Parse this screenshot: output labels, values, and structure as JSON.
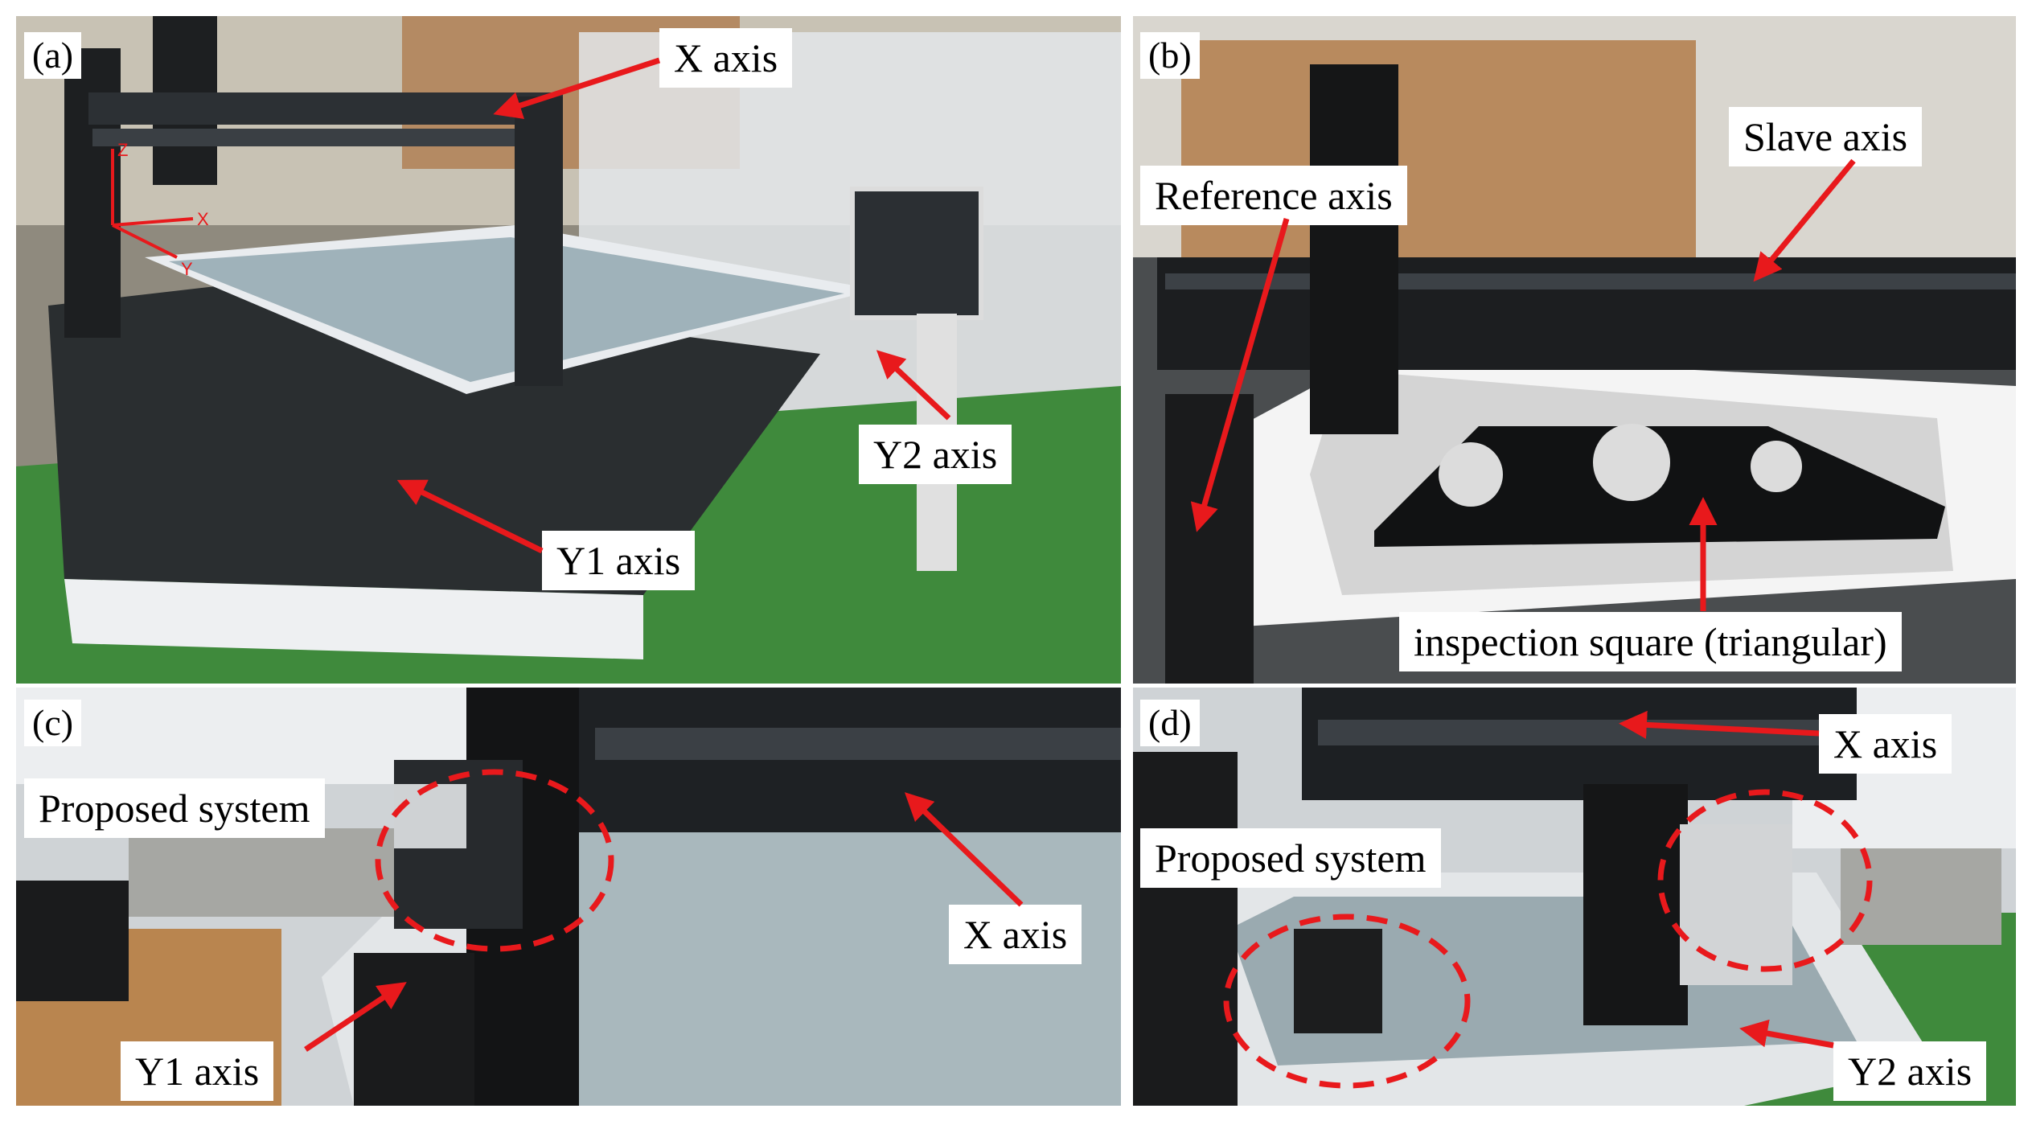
{
  "figure": {
    "panels": [
      {
        "id": "a",
        "letter": "(a)",
        "labels": [
          "X axis",
          "Y2 axis",
          "Y1 axis"
        ]
      },
      {
        "id": "b",
        "letter": "(b)",
        "labels": [
          "Reference axis",
          "Slave axis",
          "inspection square (triangular)"
        ]
      },
      {
        "id": "c",
        "letter": "(c)",
        "labels": [
          "Proposed system",
          "X axis",
          "Y1 axis"
        ]
      },
      {
        "id": "d",
        "letter": "(d)",
        "labels": [
          "X axis",
          "Proposed system",
          "Y2 axis"
        ]
      }
    ],
    "axis_glyphs": {
      "z": "Z",
      "x": "X",
      "y": "Y"
    }
  },
  "colors": {
    "arrow": "#e8191c",
    "dashed_marker": "#e8191c",
    "floor": "#3f8a3c",
    "granite": "#2a2e30",
    "frame": "#e9ecef"
  }
}
